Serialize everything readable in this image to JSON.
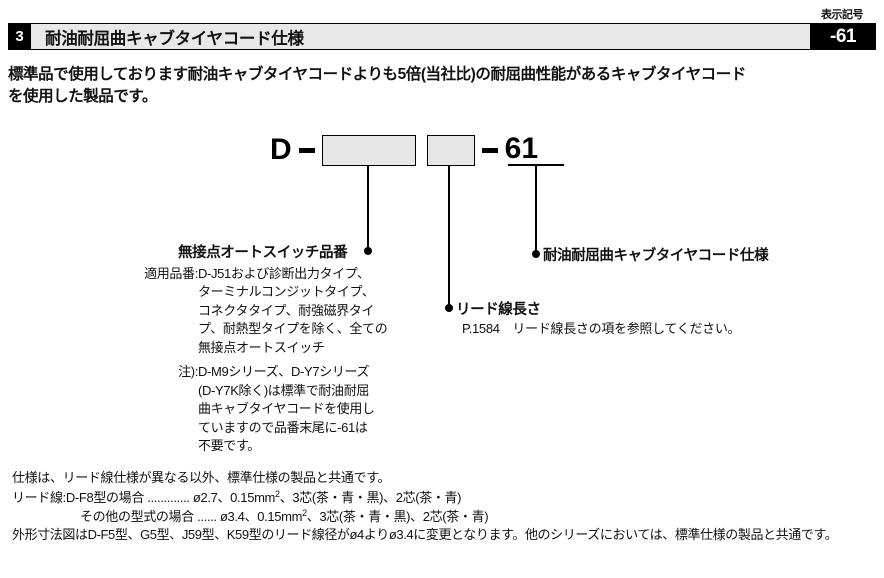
{
  "header": {
    "number": "3",
    "title": "耐油耐屈曲キャブタイヤコード仕様",
    "symbol_caption": "表示記号",
    "symbol_value": "-61"
  },
  "intro": {
    "line1": "標準品で使用しております耐油キャブタイヤコードよりも5倍(当社比)の耐屈曲性能があるキャブタイヤコード",
    "line2": "を使用した製品です。"
  },
  "part_number": {
    "prefix": "D",
    "dash1": "–",
    "box1_value": "",
    "box2_value": "",
    "dash2": "–",
    "suffix": "61"
  },
  "callouts": {
    "switch_part": {
      "title": "無接点オートスイッチ品番"
    },
    "lead_length": {
      "title": "リード線長さ",
      "sub": "P.1584　リード線長さの項を参照してください。"
    },
    "cord_spec": {
      "title": "耐油耐屈曲キャブタイヤコード仕様"
    }
  },
  "spec_list": [
    {
      "label": "適用品番:",
      "lines": [
        "D-J51および診断出力タイプ、",
        "ターミナルコンジットタイプ、",
        "コネクタタイプ、耐強磁界タイ",
        "プ、耐熱型タイプを除く、全ての",
        "無接点オートスイッチ"
      ]
    },
    {
      "label": "注):",
      "lines": [
        "D-M9シリーズ、D-Y7シリーズ",
        "(D-Y7K除く)は標準で耐油耐屈",
        "曲キャブタイヤコードを使用し",
        "ていますので品番末尾に-61は",
        "不要です。"
      ]
    }
  ],
  "footer": {
    "line1": "仕様は、リード線仕様が異なる以外、標準仕様の製品と共通です。",
    "lead_key": "リード線:",
    "lead_row1_left": "D-F8型の場合 .............",
    "lead_row1_right": "ø2.7、0.15mm",
    "lead_row1_right_tail": "、3芯(茶・青・黒)、2芯(茶・青)",
    "lead_row2_left": "その他の型式の場合 ......",
    "lead_row2_right": "ø3.4、0.15mm",
    "lead_row2_right_tail": "、3芯(茶・青・黒)、2芯(茶・青)",
    "unit_sup": "2",
    "last_line": "外形寸法図はD-F5型、G5型、J59型、K59型のリード線径がø4よりø3.4に変更となります。他のシリーズにおいては、標準仕様の製品と共通です。"
  }
}
